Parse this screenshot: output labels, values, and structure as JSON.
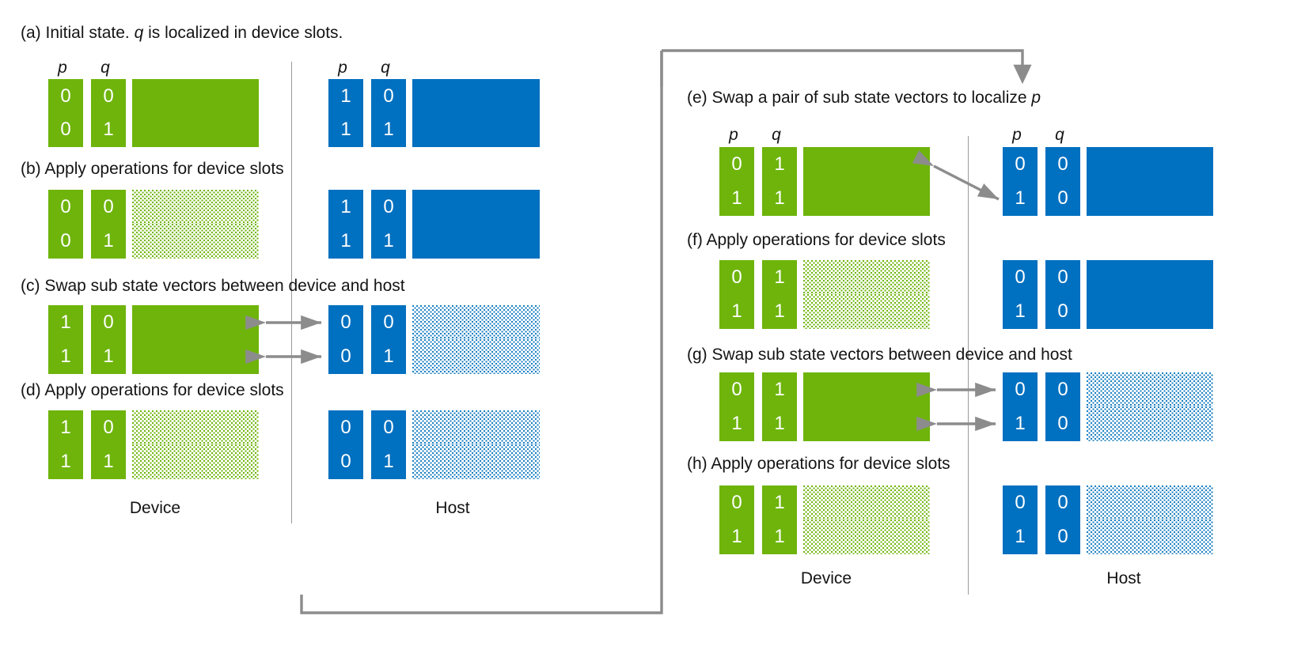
{
  "figure": {
    "colors": {
      "device_green": "#6EB40B",
      "host_blue": "#0070C0",
      "hatch_green": "#6EB40B",
      "hatch_blue": "#1A7FC1",
      "arrow_gray": "#8C8C8C",
      "divider_gray": "#9A9A9A",
      "text_black": "#141414"
    },
    "column_headers": {
      "p": "p",
      "q": "q"
    },
    "zone_labels": {
      "device": "Device",
      "host": "Host"
    },
    "panels": [
      {
        "id": "left",
        "zone_label_device": "Device",
        "zone_label_host": "Host",
        "steps": [
          {
            "key": "a",
            "caption_plain": "(a) Initial state. q is localized in device slots.",
            "caption_pre": "(a) Initial state. ",
            "caption_italic": "q",
            "caption_post": " is localized in device slots.",
            "show_headers": true,
            "device": {
              "rows": [
                {
                  "p": "0",
                  "q": "0",
                  "hatched": false
                },
                {
                  "p": "0",
                  "q": "1",
                  "hatched": false
                }
              ]
            },
            "host": {
              "rows": [
                {
                  "p": "1",
                  "q": "0",
                  "hatched": false
                },
                {
                  "p": "1",
                  "q": "1",
                  "hatched": false
                }
              ]
            },
            "arrows": "none"
          },
          {
            "key": "b",
            "caption_plain": "(b) Apply operations for device slots",
            "show_headers": false,
            "device": {
              "rows": [
                {
                  "p": "0",
                  "q": "0",
                  "hatched": true
                },
                {
                  "p": "0",
                  "q": "1",
                  "hatched": true
                }
              ]
            },
            "host": {
              "rows": [
                {
                  "p": "1",
                  "q": "0",
                  "hatched": false
                },
                {
                  "p": "1",
                  "q": "1",
                  "hatched": false
                }
              ]
            },
            "arrows": "none"
          },
          {
            "key": "c",
            "caption_plain": "(c) Swap sub state vectors between device and host",
            "show_headers": false,
            "device": {
              "rows": [
                {
                  "p": "1",
                  "q": "0",
                  "hatched": false
                },
                {
                  "p": "1",
                  "q": "1",
                  "hatched": false
                }
              ]
            },
            "host": {
              "rows": [
                {
                  "p": "0",
                  "q": "0",
                  "hatched": true
                },
                {
                  "p": "0",
                  "q": "1",
                  "hatched": true
                }
              ]
            },
            "arrows": "horizontal-double-both-rows"
          },
          {
            "key": "d",
            "caption_plain": "(d) Apply operations for device slots",
            "show_headers": false,
            "device": {
              "rows": [
                {
                  "p": "1",
                  "q": "0",
                  "hatched": true
                },
                {
                  "p": "1",
                  "q": "1",
                  "hatched": true
                }
              ]
            },
            "host": {
              "rows": [
                {
                  "p": "0",
                  "q": "0",
                  "hatched": true
                },
                {
                  "p": "0",
                  "q": "1",
                  "hatched": true
                }
              ]
            },
            "arrows": "none"
          }
        ]
      },
      {
        "id": "right",
        "zone_label_device": "Device",
        "zone_label_host": "Host",
        "steps": [
          {
            "key": "e",
            "caption_plain": "(e) Swap a pair of sub state vectors to localize p",
            "caption_pre": "(e) Swap a pair of sub state vectors to localize ",
            "caption_italic": "p",
            "caption_post": "",
            "show_headers": true,
            "device": {
              "rows": [
                {
                  "p": "0",
                  "q": "1",
                  "hatched": false
                },
                {
                  "p": "1",
                  "q": "1",
                  "hatched": false
                }
              ]
            },
            "host": {
              "rows": [
                {
                  "p": "0",
                  "q": "0",
                  "hatched": false
                },
                {
                  "p": "1",
                  "q": "0",
                  "hatched": false
                }
              ]
            },
            "arrows": "diagonal-double"
          },
          {
            "key": "f",
            "caption_plain": "(f) Apply operations for device slots",
            "show_headers": false,
            "device": {
              "rows": [
                {
                  "p": "0",
                  "q": "1",
                  "hatched": true
                },
                {
                  "p": "1",
                  "q": "1",
                  "hatched": true
                }
              ]
            },
            "host": {
              "rows": [
                {
                  "p": "0",
                  "q": "0",
                  "hatched": false
                },
                {
                  "p": "1",
                  "q": "0",
                  "hatched": false
                }
              ]
            },
            "arrows": "none"
          },
          {
            "key": "g",
            "caption_plain": "(g) Swap sub state vectors between device and host",
            "show_headers": false,
            "device": {
              "rows": [
                {
                  "p": "0",
                  "q": "1",
                  "hatched": false
                },
                {
                  "p": "1",
                  "q": "1",
                  "hatched": false
                }
              ]
            },
            "host": {
              "rows": [
                {
                  "p": "0",
                  "q": "0",
                  "hatched": true
                },
                {
                  "p": "1",
                  "q": "0",
                  "hatched": true
                }
              ]
            },
            "arrows": "horizontal-double-both-rows"
          },
          {
            "key": "h",
            "caption_plain": "(h) Apply operations for device slots",
            "show_headers": false,
            "device": {
              "rows": [
                {
                  "p": "0",
                  "q": "1",
                  "hatched": true
                },
                {
                  "p": "1",
                  "q": "1",
                  "hatched": true
                }
              ]
            },
            "host": {
              "rows": [
                {
                  "p": "0",
                  "q": "0",
                  "hatched": true
                },
                {
                  "p": "1",
                  "q": "0",
                  "hatched": true
                }
              ]
            },
            "arrows": "none"
          }
        ]
      }
    ],
    "flow_connector": {
      "description": "loop arrow from bottom of left panel around to top of right panel",
      "arrowhead": "down"
    }
  }
}
